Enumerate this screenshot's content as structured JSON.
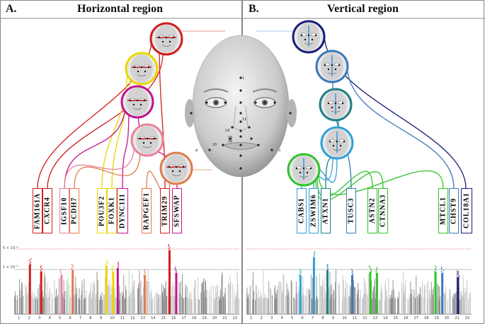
{
  "panels": {
    "left": {
      "letter": "A.",
      "title": "Horizontal region"
    },
    "right": {
      "letter": "B.",
      "title": "Vertical region"
    }
  },
  "colors": {
    "red": "#d01c1f",
    "yellow": "#e8d800",
    "magenta": "#c2158e",
    "pink": "#e8829a",
    "orange": "#e07b4a",
    "navy": "#1a1f7a",
    "steelblue": "#3b78b8",
    "teal": "#1f7f8a",
    "skyblue": "#2fa0d8",
    "green": "#2fc42a"
  },
  "left_genes": [
    {
      "text": "FAM161A",
      "color": "#d01c1f"
    },
    {
      "text": "CXCR4",
      "color": "#d01c1f"
    },
    {
      "text": "IGSF10",
      "color": "#e8829a"
    },
    {
      "text": "PCDH7",
      "color": "#e07b4a"
    },
    {
      "text": "POU3F2",
      "color": "#e8d800"
    },
    {
      "text": "FOXK1",
      "color": "#e8d800"
    },
    {
      "text": "DYNC1I1",
      "color": "#c2158e"
    },
    {
      "text": "RAPGEF1",
      "color": "#e07b4a"
    },
    {
      "text": "TRIM29",
      "color": "#d01c1f"
    },
    {
      "text": "SFSWAP",
      "color": "#c2158e"
    }
  ],
  "right_genes": [
    {
      "text": "CABS1",
      "color": "#2fa0d8"
    },
    {
      "text": "ZSWIM6",
      "color": "#2fa0d8"
    },
    {
      "text": "ATXN1",
      "color": "#1f7f8a"
    },
    {
      "text": "TUSC3",
      "color": "#3b78b8"
    },
    {
      "text": "ASTN2",
      "color": "#2fc42a"
    },
    {
      "text": "CTNNA3",
      "color": "#2fc42a"
    },
    {
      "text": "MTCL1",
      "color": "#2fc42a"
    },
    {
      "text": "CHST9",
      "color": "#3b78b8"
    },
    {
      "text": "COL18A1",
      "color": "#1a1f7a"
    }
  ],
  "thresholds": {
    "genome_wide": "5 × 10⁻⁸",
    "suggestive": "1 × 10⁻⁵"
  },
  "chromosomes": [
    "1",
    "2",
    "3",
    "4",
    "5",
    "6",
    "7",
    "8",
    "9",
    "10",
    "11",
    "12",
    "13",
    "14",
    "15",
    "16",
    "17",
    "18",
    "19",
    "20",
    "21",
    "22"
  ],
  "face_labels": [
    "1",
    "11",
    "14",
    "15",
    "16",
    "20",
    "d",
    "c"
  ]
}
